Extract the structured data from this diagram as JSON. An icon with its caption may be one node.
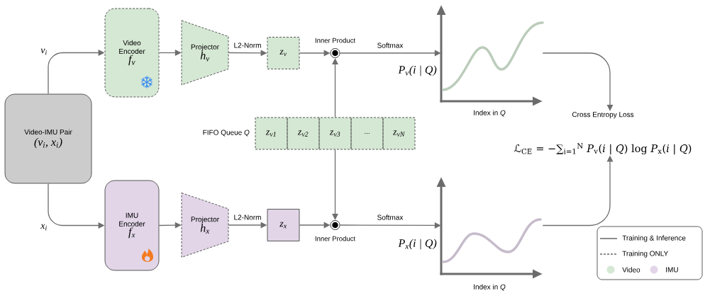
{
  "diagram": {
    "nodes": [
      {
        "text": [
          "Video-IMU Pair",
          "(v$_{i}$, x$_{i}$)"
        ]
      },
      {
        "text": [
          "Video Encoder",
          "f$_{v}$"
        ]
      },
      {
        "text": [
          "IMU Encoder",
          "f$_{x}$"
        ]
      },
      {
        "text": [
          "Projector",
          "h$_{v}$"
        ]
      },
      {
        "text": [
          "Projector",
          "h$_{x}$"
        ]
      },
      {
        "text": [
          "z$_{v}$"
        ]
      },
      {
        "text": [
          "z$_{x}$"
        ]
      },
      {
        "text": [],
        "shape": "circle",
        "beside": [
          "Inner Product"
        ]
      },
      {
        "text": [],
        "shape": "circle",
        "beside": [
          "Inner Product"
        ]
      },
      {
        "text": [
          "FIFO Queue *Q*"
        ]
      },
      {
        "text": [
          "z$_{v1}$"
        ],
        "in": 9
      },
      {
        "text": [
          "z$_{v2}$"
        ],
        "in": 9
      },
      {
        "text": [
          "z$_{v3}$"
        ],
        "in": 9
      },
      {
        "text": [
          "..."
        ],
        "in": 9
      },
      {
        "text": [
          "z$_{vN}$"
        ],
        "in": 9
      },
      {
        "text": [],
        "shape": "picture",
        "beside": [
          "P$_{v}$(i | Q)",
          "Index in *Q*"
        ]
      },
      {
        "text": [],
        "shape": "picture",
        "beside": [
          "P$_{x}$(i | Q)",
          "Index in *Q*"
        ]
      },
      {
        "text": [
          "Cross Entropy Loss",
          "ℒ$_{CE}$ = −∑$_{i=1}$$^{N}$ *P*$_{v}$(*i* | *Q*) log *P*$_{x}$(*i* | *Q*)"
        ]
      }
    ],
    "edges": [
      {
        "from": 0,
        "to": 1,
        "arrow": "to",
        "label": "v$_{i}$"
      },
      {
        "from": 0,
        "to": 2,
        "arrow": "to",
        "label": "x$_{i}$"
      },
      {
        "from": 1,
        "to": 3,
        "arrow": "to"
      },
      {
        "from": 2,
        "to": 4,
        "arrow": "to"
      },
      {
        "from": 3,
        "to": 5,
        "arrow": "to",
        "label": "L2-Norm"
      },
      {
        "from": 4,
        "to": 6,
        "arrow": "to",
        "label": "L2-Norm"
      },
      {
        "from": 5,
        "to": 7,
        "arrow": "to"
      },
      {
        "from": 6,
        "to": 8,
        "arrow": "to"
      },
      {
        "from": 12,
        "to": 7,
        "arrow": "to"
      },
      {
        "from": 12,
        "to": 8,
        "arrow": "to"
      },
      {
        "from": 7,
        "to": 15,
        "arrow": "to",
        "label": "Softmax"
      },
      {
        "from": 8,
        "to": 16,
        "arrow": "to",
        "label": "Softmax"
      },
      {
        "from": 15,
        "to": 17,
        "arrow": "to"
      },
      {
        "from": 16,
        "to": 17,
        "arrow": "to"
      }
    ],
    "legend": [
      {
        "text": "Training & Inference"
      },
      {
        "text": "Training ONLY"
      },
      {
        "text": "Video",
        "color": "#d5e8d4"
      },
      {
        "text": "IMU",
        "color": "#e1d5e7"
      }
    ]
  }
}
